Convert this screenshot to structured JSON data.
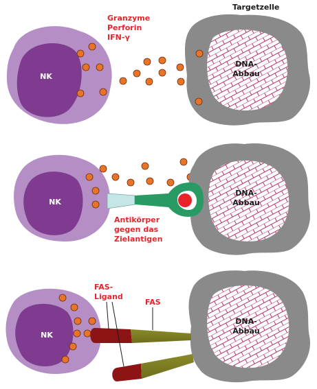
{
  "labels": {
    "nk": "NK",
    "cytokines": [
      "Granzyme",
      "Perforin",
      "IFN-γ"
    ],
    "target_cell": "Targetzelle",
    "dna_degradation": [
      "DNA-",
      "Abbau"
    ],
    "antibody": [
      "Antikörper",
      "gegen das",
      "Zielantigen"
    ],
    "fas_ligand": [
      "FAS-",
      "Ligand"
    ],
    "fas": "FAS"
  },
  "colors": {
    "nk_outer": "#b48ec5",
    "nk_nucleus": "#7e3b8f",
    "granule": "#e8742a",
    "target_cell": "#8a8a8a",
    "dna_grid": "#b8326a",
    "antibody_fc": "#c6e6e6",
    "antibody_fab": "#2a9a64",
    "antigen": "#e8232a",
    "fas_ligand": "#8c1414",
    "fas": "#7a7a22",
    "label_red": "#e3262b"
  }
}
